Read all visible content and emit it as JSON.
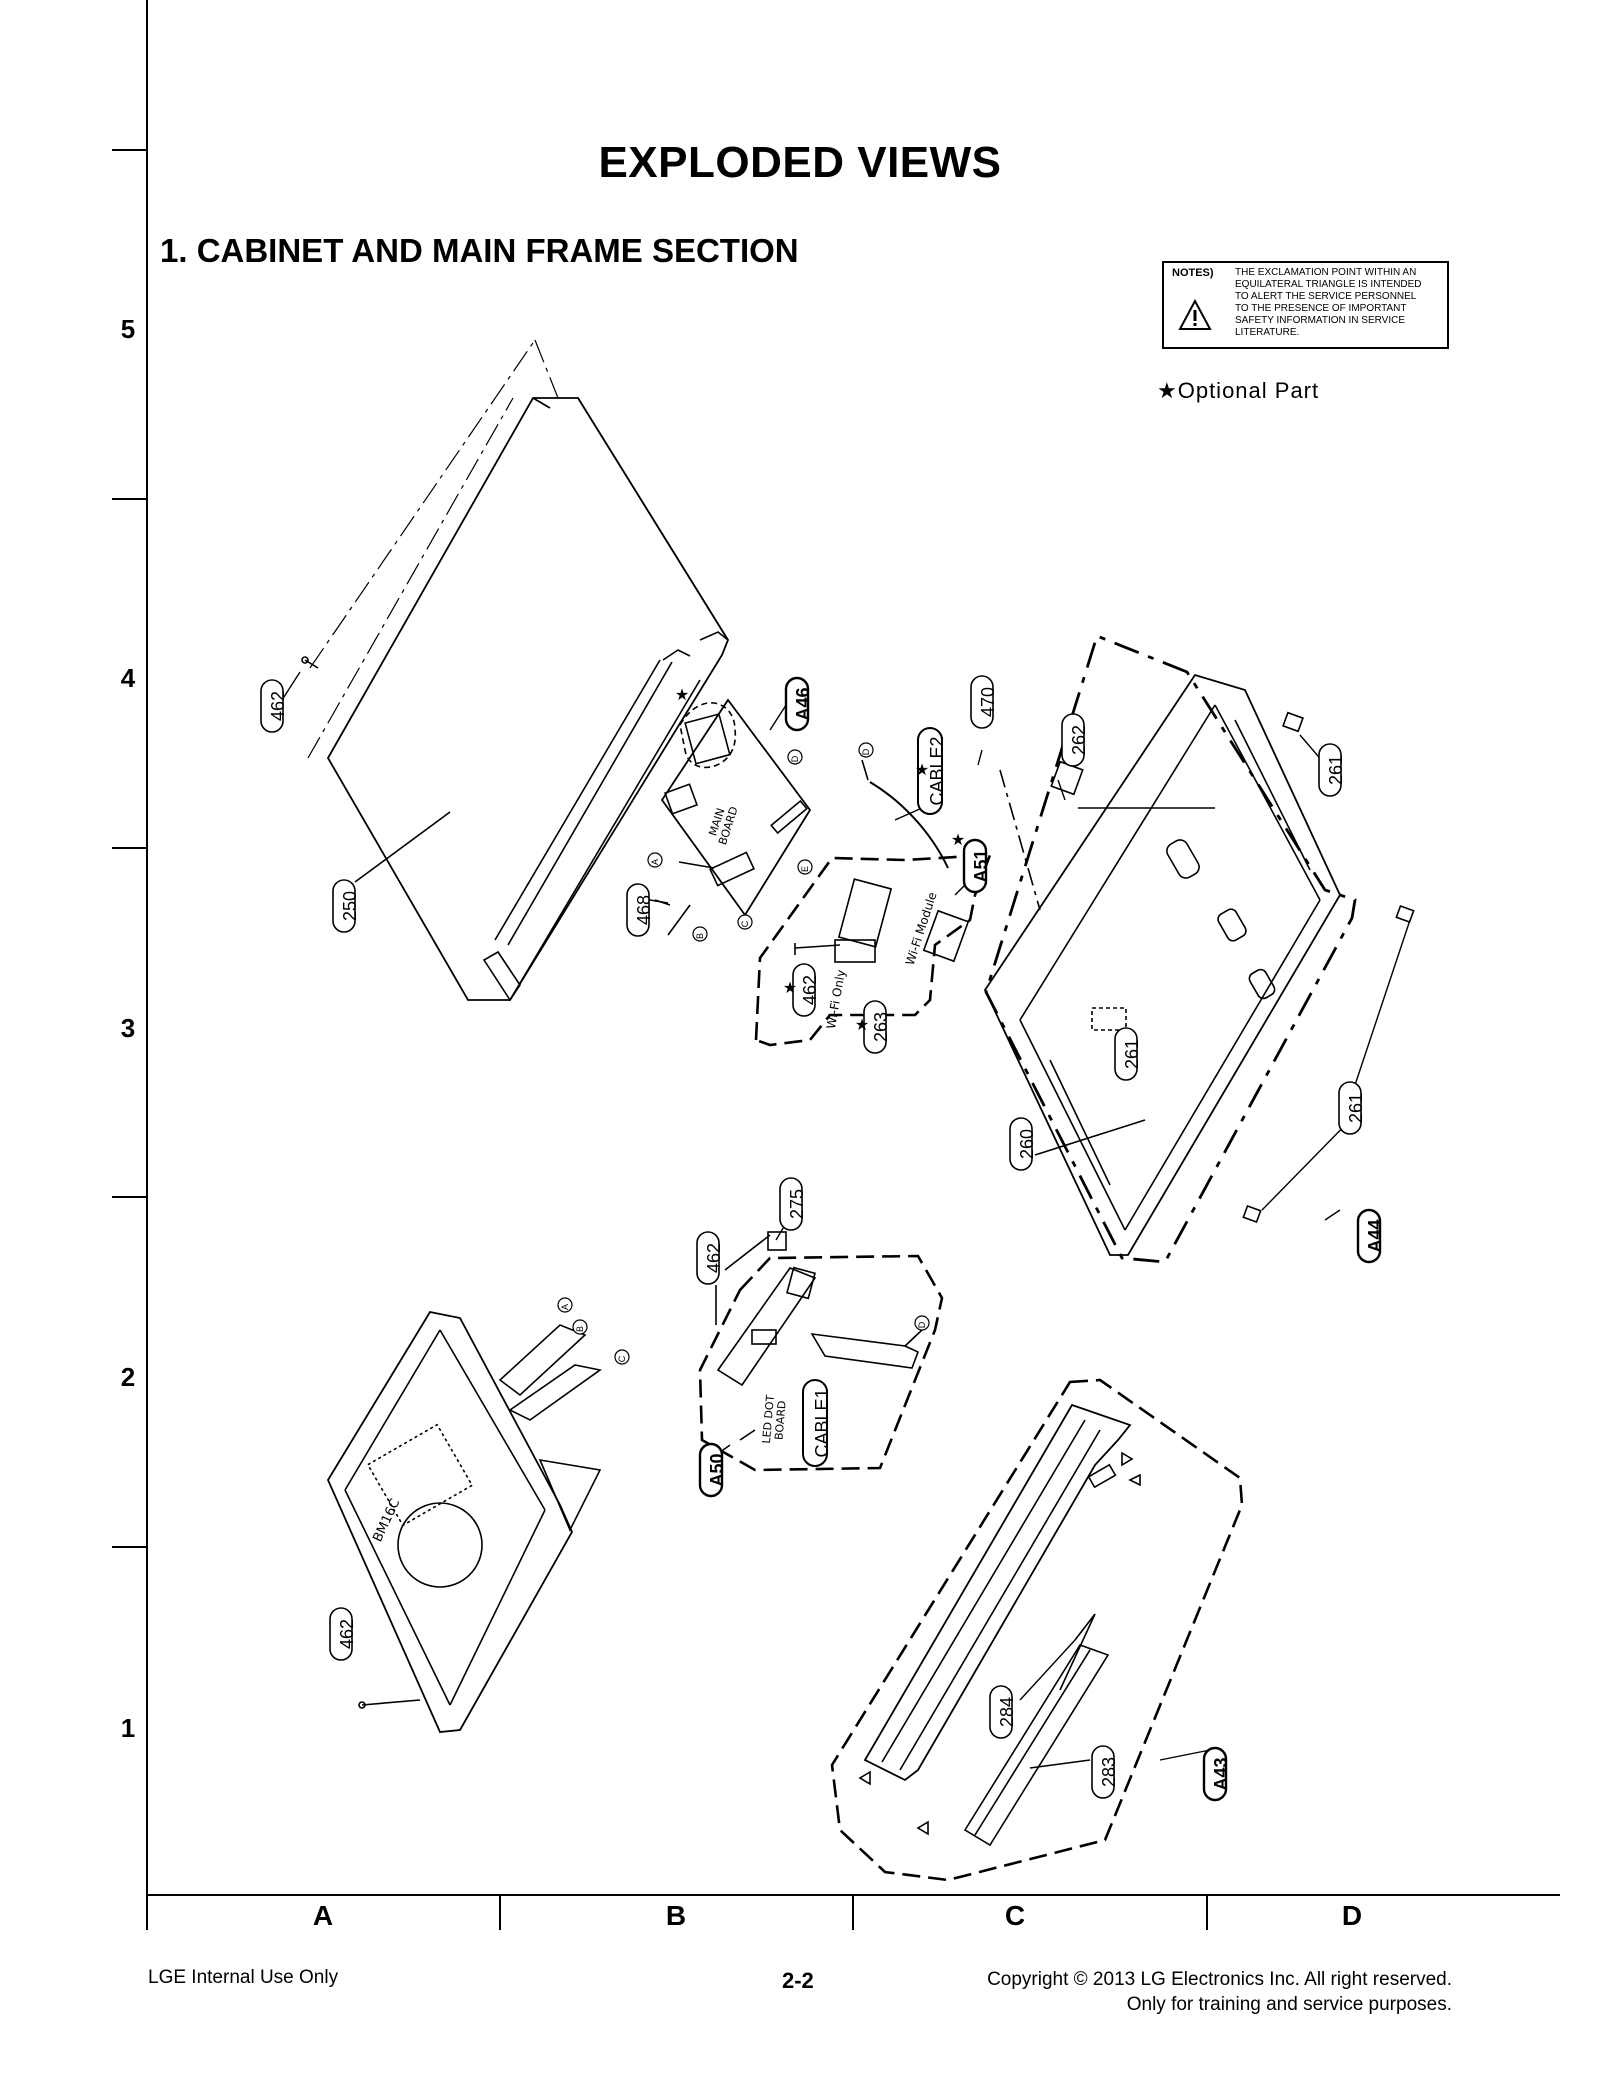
{
  "page": {
    "title": "EXPLODED VIEWS",
    "section_title": "1. CABINET AND MAIN FRAME SECTION"
  },
  "grid": {
    "rows": [
      "5",
      "4",
      "3",
      "2",
      "1"
    ],
    "columns": [
      "A",
      "B",
      "C",
      "D"
    ]
  },
  "notes": {
    "label": "NOTES)",
    "text": "THE EXCLAMATION POINT WITHIN AN\nEQUILATERAL TRIANGLE IS INTENDED\nTO ALERT THE SERVICE PERSONNEL\nTO THE PRESENCE OF IMPORTANT\nSAFETY INFORMATION IN SERVICE\nLITERATURE."
  },
  "legend": {
    "optional_part": "★Optional Part"
  },
  "callouts": {
    "c462_top": "462",
    "c250": "250",
    "c468": "468",
    "a46": "A46",
    "cable2": "CABLE2",
    "c470": "470",
    "a51": "A51",
    "c462_wifi": "462",
    "c263": "263",
    "c262": "262",
    "c261_a": "261",
    "c261_b": "261",
    "c261_c": "261",
    "c260": "260",
    "a44": "A44",
    "c275": "275",
    "c462_led": "462",
    "cable1": "CABLE1",
    "a50": "A50",
    "c462_bottom": "462",
    "c284": "284",
    "c283": "283",
    "a43": "A43"
  },
  "board_labels": {
    "main_board": "MAIN\nBOARD",
    "wifi_module": "Wi-Fi Module",
    "wifi_only": "Wi-Fi Only",
    "led_dot_board": "LED DOT\nBOARD",
    "loader_model": "BM16C"
  },
  "connectors": [
    "A",
    "B",
    "C",
    "D",
    "E"
  ],
  "footer": {
    "left": "LGE Internal Use Only",
    "center": "2-2",
    "right": "Copyright © 2013 LG Electronics Inc. All right reserved.\nOnly for training and service purposes."
  }
}
